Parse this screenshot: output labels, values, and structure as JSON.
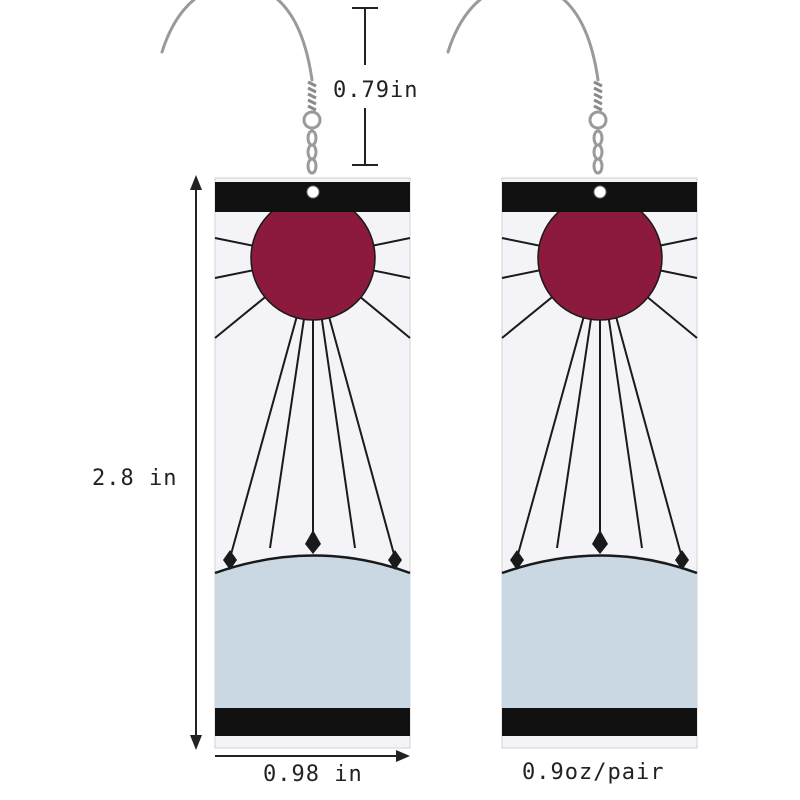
{
  "dimensions": {
    "hook_length": "0.79in",
    "height": "2.8 in",
    "width": "0.98 in",
    "weight": "0.9oz/pair"
  },
  "colors": {
    "sun": "#8b1a3c",
    "sky": "#f4f4f8",
    "ground": "#c9d8e2",
    "band": "#111111",
    "ray": "#1a1a1a",
    "hook_metal": "#9a9a9a",
    "dimension_line": "#222222"
  },
  "icons": {
    "earring": "hanafuda-sun-earring-icon",
    "hook": "fish-hook-icon"
  }
}
